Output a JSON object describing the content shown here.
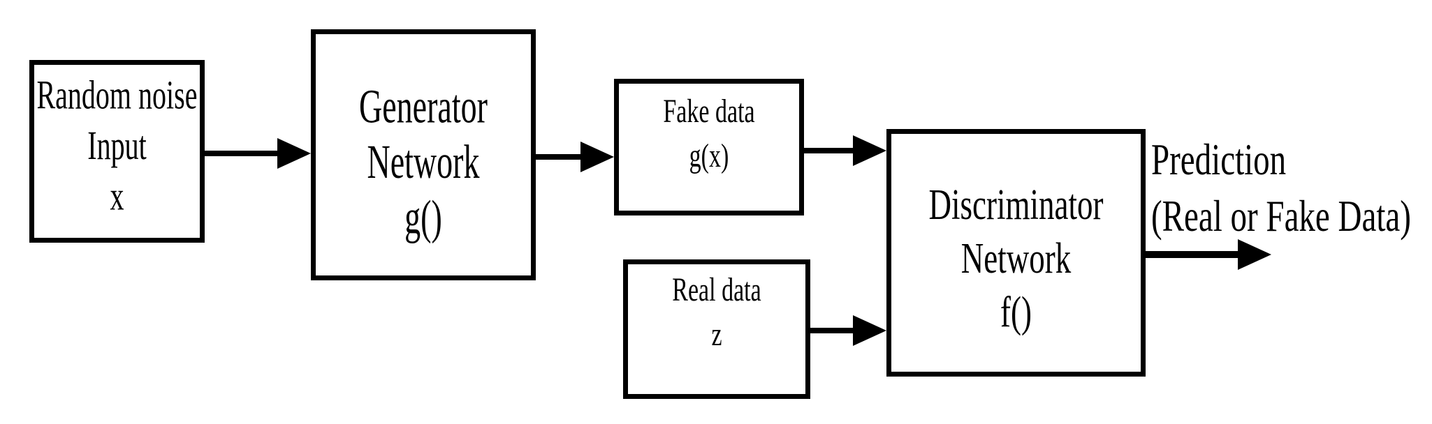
{
  "colors": {
    "background": "#ffffff",
    "line": "#000000",
    "text": "#000000"
  },
  "nodes": {
    "random_noise": {
      "lines": [
        "Random noise",
        "Input",
        "x"
      ]
    },
    "generator": {
      "lines": [
        "Generator",
        "Network",
        "g()"
      ]
    },
    "fake_data": {
      "lines": [
        "Fake data",
        "g(x)"
      ]
    },
    "real_data": {
      "lines": [
        "Real data",
        "z"
      ]
    },
    "discriminator": {
      "lines": [
        "Discriminator",
        "Network",
        "f()"
      ]
    }
  },
  "output_label": {
    "lines": [
      "Prediction",
      "(Real or Fake Data)"
    ]
  }
}
